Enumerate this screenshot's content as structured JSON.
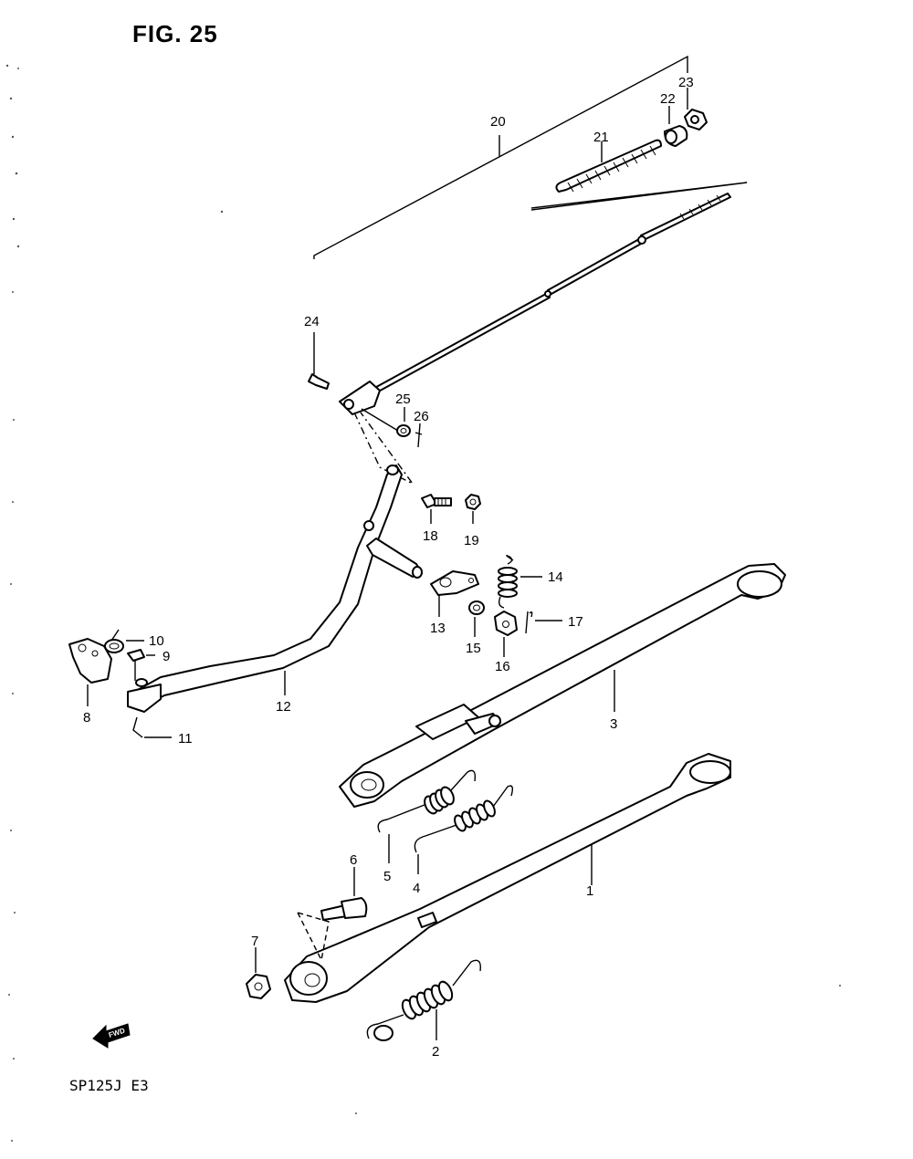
{
  "figure": {
    "title": "FIG. 25",
    "model_code": "SP125J  E3",
    "fwd_label": "FWD"
  },
  "callouts": [
    {
      "id": 1,
      "label": "1"
    },
    {
      "id": 2,
      "label": "2"
    },
    {
      "id": 3,
      "label": "3"
    },
    {
      "id": 4,
      "label": "4"
    },
    {
      "id": 5,
      "label": "5"
    },
    {
      "id": 6,
      "label": "6"
    },
    {
      "id": 7,
      "label": "7"
    },
    {
      "id": 8,
      "label": "8"
    },
    {
      "id": 9,
      "label": "9"
    },
    {
      "id": 10,
      "label": "10"
    },
    {
      "id": 11,
      "label": "11"
    },
    {
      "id": 12,
      "label": "12"
    },
    {
      "id": 13,
      "label": "13"
    },
    {
      "id": 14,
      "label": "14"
    },
    {
      "id": 15,
      "label": "15"
    },
    {
      "id": 16,
      "label": "16"
    },
    {
      "id": 17,
      "label": "17"
    },
    {
      "id": 18,
      "label": "18"
    },
    {
      "id": 19,
      "label": "19"
    },
    {
      "id": 20,
      "label": "20"
    },
    {
      "id": 21,
      "label": "21"
    },
    {
      "id": 22,
      "label": "22"
    },
    {
      "id": 23,
      "label": "23"
    },
    {
      "id": 24,
      "label": "24"
    },
    {
      "id": 25,
      "label": "25"
    },
    {
      "id": 26,
      "label": "26"
    }
  ]
}
